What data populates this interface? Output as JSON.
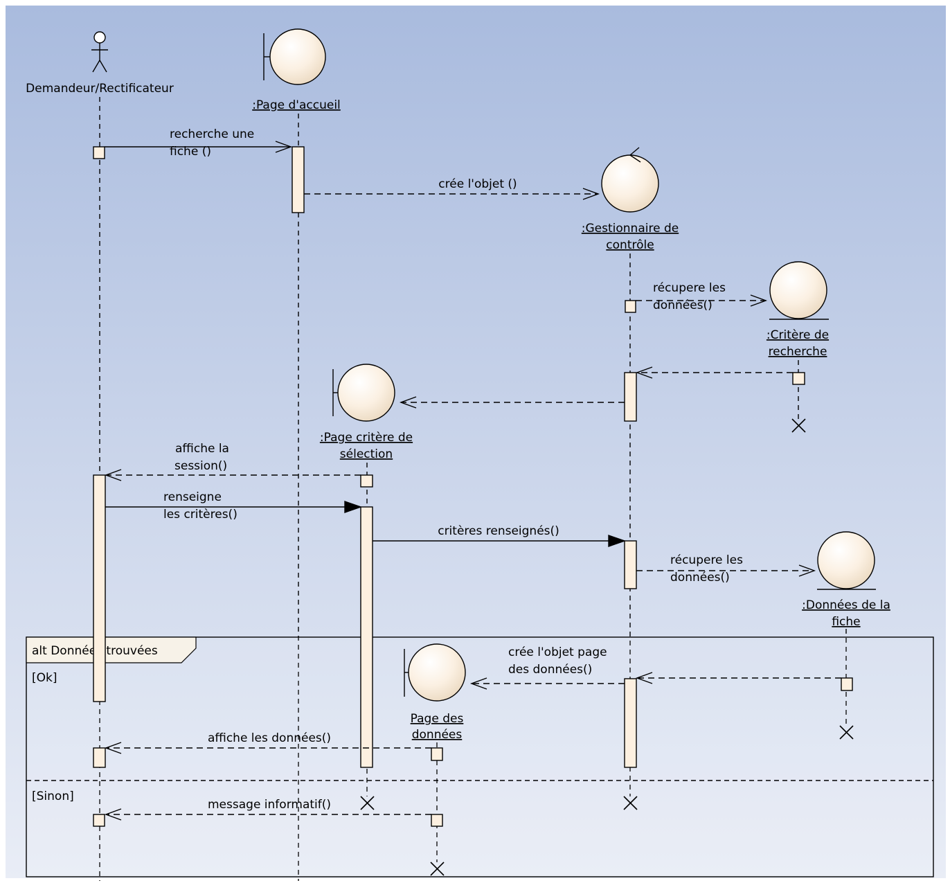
{
  "actor": {
    "name": "Demandeur/Rectificateur"
  },
  "objects": {
    "page_accueil": ":Page d'accueil",
    "gestionnaire": [
      ":Gestionnaire de",
      "contrôle"
    ],
    "critere_recherche": [
      ":Critère de",
      "recherche"
    ],
    "page_critere": [
      ":Page critère de",
      "sélection"
    ],
    "donnees_fiche": [
      ":Données de la",
      "fiche"
    ],
    "page_donnees": [
      "Page des",
      "données"
    ]
  },
  "messages": {
    "recherche": [
      "recherche une",
      "fiche ()"
    ],
    "cree_objet": "crée l'objet ()",
    "recupere_1": [
      "récupere les",
      "données()"
    ],
    "affiche_session": [
      "affiche la",
      "session()"
    ],
    "renseigne": [
      "renseigne",
      "les critères()"
    ],
    "criteres_renseignes": "critères renseignés()",
    "recupere_2": [
      "récupere les",
      "données()"
    ],
    "cree_objet_page": [
      "crée l'objet page",
      "des données()"
    ],
    "affiche_donnees": "affiche les données()",
    "message_info": "message informatif()"
  },
  "fragment": {
    "title": "alt Données trouvées",
    "guard_ok": "[Ok]",
    "guard_sinon": "[Sinon]"
  },
  "colors": {
    "bg_top": "#a9bbde",
    "bg_bottom": "#e9edf6",
    "object_fill": "#fff5e6",
    "activation_fill": "#fdf0e0"
  }
}
